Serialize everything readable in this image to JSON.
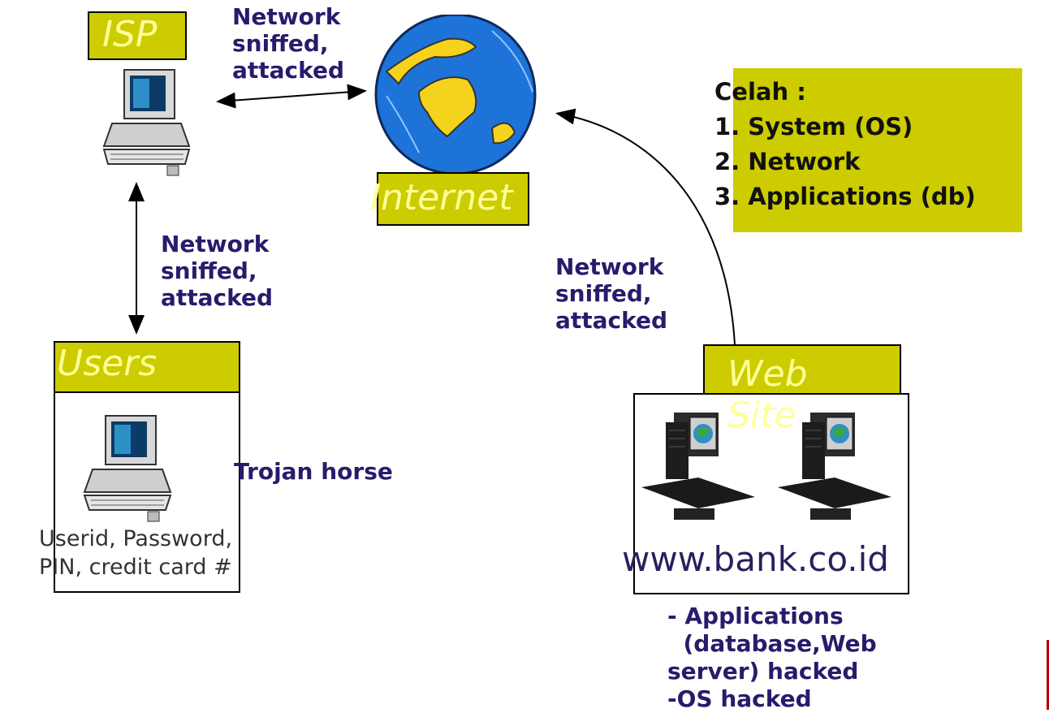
{
  "nodes": {
    "isp": {
      "label": "ISP"
    },
    "internet": {
      "label": "Internet"
    },
    "users": {
      "label": "Users",
      "credentials": "Userid, Password,\nPIN, credit card #"
    },
    "website": {
      "label": "Web\nSite",
      "url": "www.bank.co.id"
    }
  },
  "edges": {
    "isp_internet": "Network\nsniffed,\nattacked",
    "isp_users": "Network\nsniffed,\nattacked",
    "website_internet": "Network\nsniffed,\nattacked"
  },
  "threats": {
    "trojan": "Trojan horse",
    "website_notes": "- Applications\n  (database,Web\nserver) hacked\n-OS hacked"
  },
  "celah": {
    "title": "Celah :",
    "items": [
      "1. System (OS)",
      "2. Network",
      "3. Applications (db)"
    ]
  },
  "colors": {
    "label_bg": "#cccc00",
    "label_text": "#ffff99",
    "annotation": "#2b1a6b",
    "globe_ocean": "#1e73d9",
    "land": "#f5d31c"
  }
}
